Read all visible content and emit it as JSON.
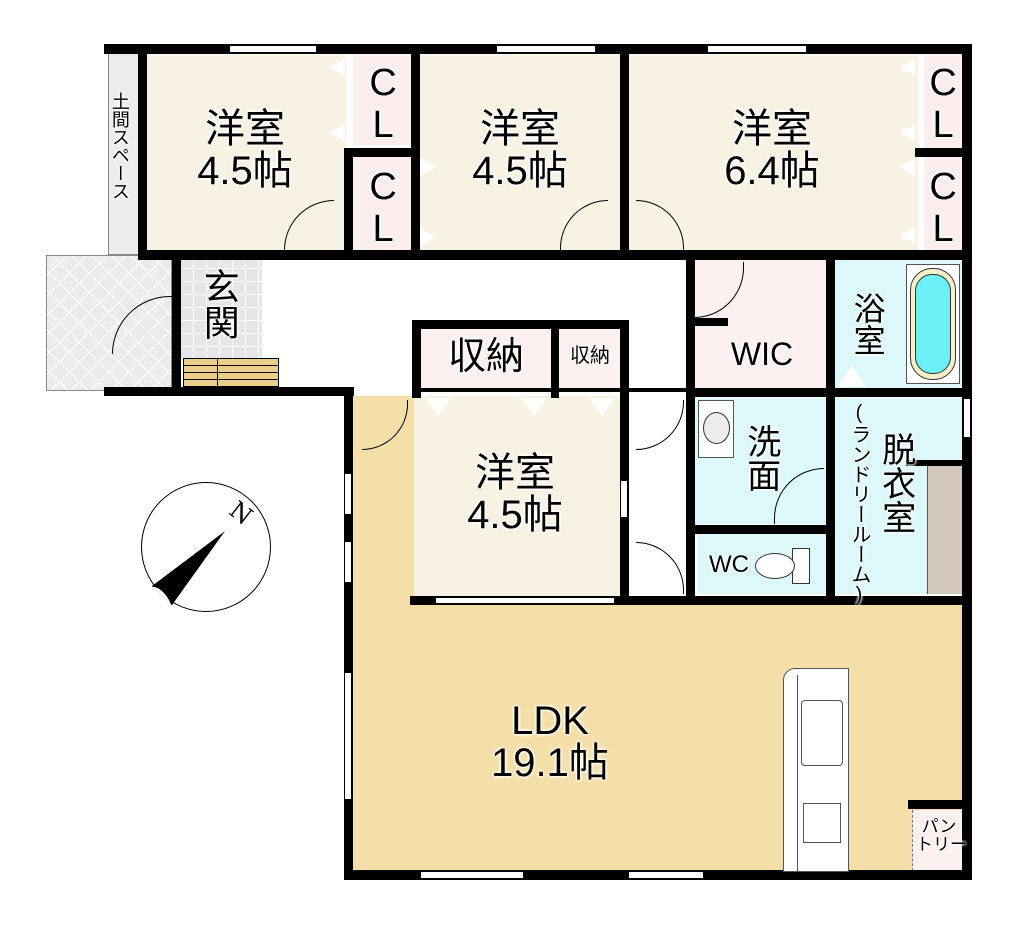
{
  "floorplan": {
    "rooms": [
      {
        "id": "doma",
        "name": "土間スペース"
      },
      {
        "id": "bed1",
        "name": "洋室",
        "size": "4.5帖"
      },
      {
        "id": "bed2",
        "name": "洋室",
        "size": "4.5帖"
      },
      {
        "id": "bed3",
        "name": "洋室",
        "size": "6.4帖"
      },
      {
        "id": "bed4",
        "name": "洋室",
        "size": "4.5帖"
      },
      {
        "id": "entrance",
        "name": "玄関"
      },
      {
        "id": "storage_large",
        "name": "収納"
      },
      {
        "id": "storage_small",
        "name": "収納"
      },
      {
        "id": "wic",
        "name": "WIC"
      },
      {
        "id": "bath",
        "name": "浴室"
      },
      {
        "id": "washroom",
        "name": "洗面"
      },
      {
        "id": "dressing",
        "name": "脱衣室",
        "sub": "(ランドリールーム)"
      },
      {
        "id": "wc",
        "name": "WC"
      },
      {
        "id": "ldk",
        "name": "LDK",
        "size": "19.1帖"
      },
      {
        "id": "pantry",
        "name": "パントリー",
        "line1": "パン",
        "line2": "トリー"
      }
    ],
    "closets": [
      {
        "id": "cl1",
        "label": "CL"
      },
      {
        "id": "cl2",
        "label": "CL"
      },
      {
        "id": "cl3",
        "label": "CL"
      },
      {
        "id": "cl4",
        "label": "CL"
      }
    ],
    "compass": {
      "label": "N"
    },
    "colors": {
      "bedroom": "#f8f2e3",
      "closet": "#fdeeee",
      "ldk": "#f5dfa8",
      "wet": "#dcf8fb",
      "tile": "#e8e8e8",
      "storage": "#fdf0f0",
      "wic": "#fdf0f0",
      "pantry_bg": "#fdf0f0",
      "stairs": "#e9cf8a",
      "wall": "#000000",
      "tub": "#6cf0f5",
      "dressing_shelf": "#d3c7b9"
    }
  }
}
